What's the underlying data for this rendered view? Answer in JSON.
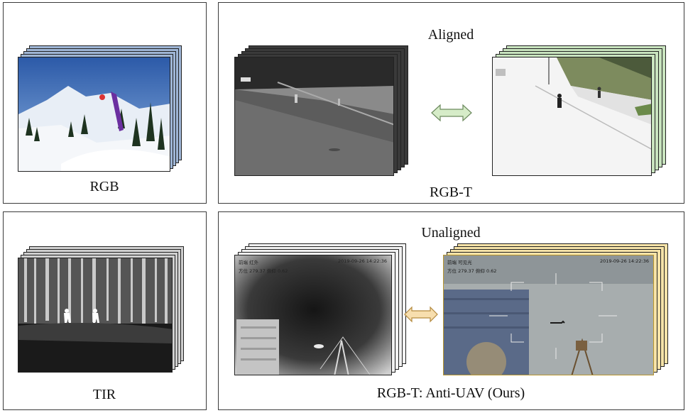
{
  "panels": {
    "rgb": {
      "label": "RGB"
    },
    "tir": {
      "label": "TIR"
    },
    "rgbt": {
      "title": "Aligned",
      "label": "RGB-T"
    },
    "antiuav": {
      "title": "Unaligned",
      "label": "RGB-T: Anti-UAV (Ours)",
      "ir_overlay": {
        "left_top": "前端 红外",
        "timestamp": "2019-09-26 14:22:36",
        "angles": "方位 279.37  俯仰 0.62"
      },
      "vis_overlay": {
        "left_top": "前端 可见光",
        "timestamp": "2019-09-26 14:22:36",
        "angles": "方位 279.37  俯仰 0.62"
      }
    }
  },
  "colors": {
    "rgb_stack": "#9fb6d6",
    "tir_stack": "#d0d0d0",
    "aligned_left_stack": "#3a3a3a",
    "aligned_right_stack": "#c9e4bf",
    "unaligned_left_stack": "#f2f2f2",
    "unaligned_right_stack": "#f6e3a8",
    "aligned_arrow": "#d6ecc8",
    "unaligned_arrow": "#f7deae"
  },
  "icons": [
    "double-arrow-aligned",
    "double-arrow-unaligned"
  ]
}
